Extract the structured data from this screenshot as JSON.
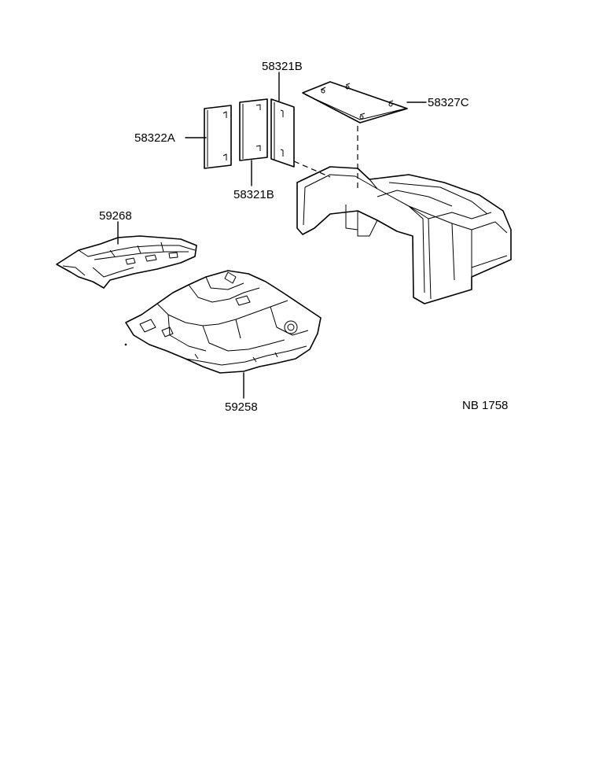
{
  "labels": {
    "p58321B_top": "58321B",
    "p58327C": "58327C",
    "p58322A": "58322A",
    "p58321B_bottom": "58321B",
    "p59268": "59268",
    "p59258": "59258",
    "code": "NB 1758"
  },
  "colors": {
    "ink": "#000000",
    "paper": "#ffffff"
  }
}
